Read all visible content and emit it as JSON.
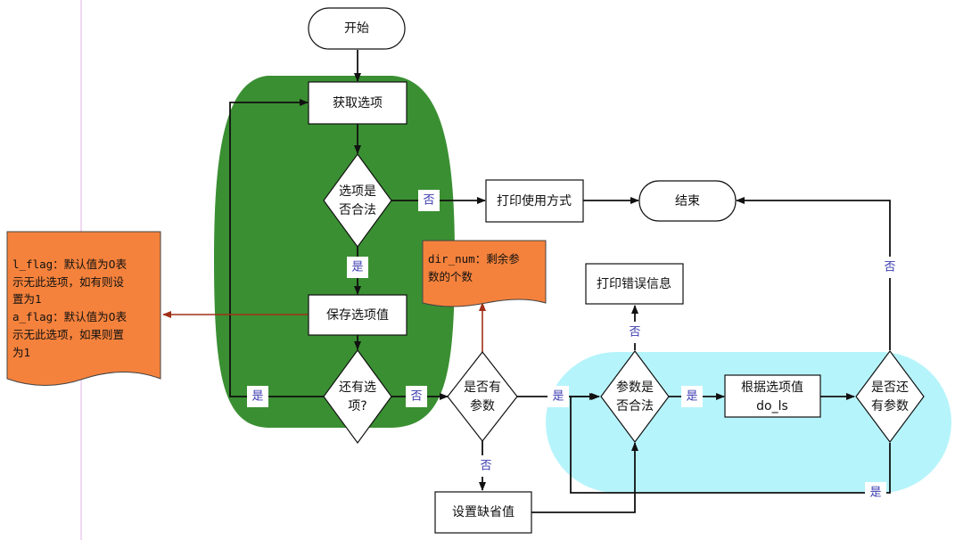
{
  "nodes": {
    "start": "开始",
    "get_options": "获取选项",
    "option_valid": [
      "选项是",
      "否合法"
    ],
    "print_usage": "打印使用方式",
    "end": "结束",
    "save_option": "保存选项值",
    "more_options": [
      "还有选",
      "项?"
    ],
    "has_params": [
      "是否有",
      "参数"
    ],
    "print_error": "打印错误信息",
    "param_valid": [
      "参数是",
      "否合法"
    ],
    "do_ls": [
      "根据选项值",
      "do_ls"
    ],
    "more_params": [
      "是否还",
      "有参数"
    ],
    "set_default": "设置缺省值"
  },
  "labels": {
    "yes": "是",
    "no": "否"
  },
  "notes": {
    "flags": [
      {
        "code": "l_flag",
        "text": "：默认值为0表"
      },
      {
        "code": "",
        "text": "示无此选项，如有则设"
      },
      {
        "code": "",
        "text": "置为1"
      },
      {
        "code": "a_flag",
        "text": "：默认值为0表"
      },
      {
        "code": "",
        "text": "示无此选项，如果则置"
      },
      {
        "code": "",
        "text": "为1"
      }
    ],
    "dir_num": [
      {
        "code": "dir_num",
        "text": "：剩余参"
      },
      {
        "code": "",
        "text": "数的个数"
      }
    ]
  },
  "colors": {
    "green_region": "#3a8f32",
    "cyan_region": "#b6f4fb",
    "note_fill": "#f5823c",
    "edge": "#111111",
    "note_edge": "#a03018",
    "label_text": "#3b3bb0"
  }
}
